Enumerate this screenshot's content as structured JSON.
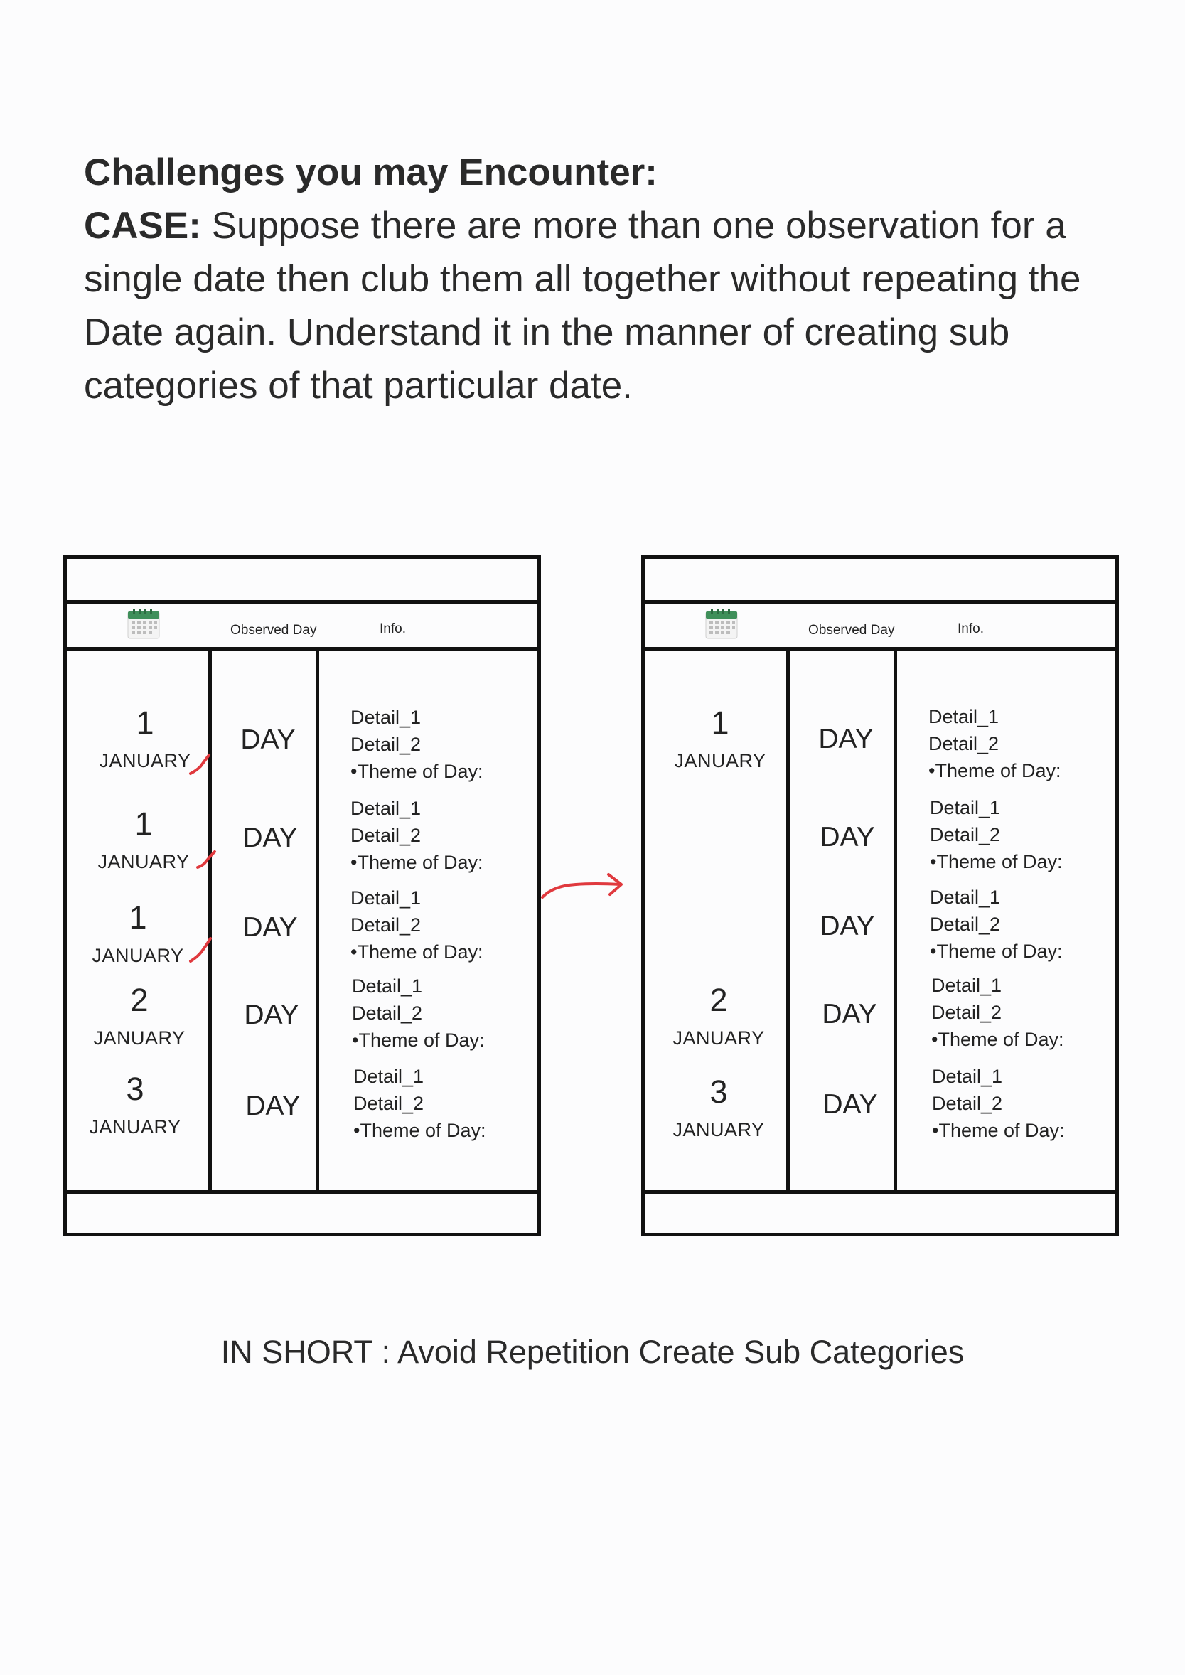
{
  "intro": {
    "heading": "Challenges you may Encounter:",
    "case_label": "CASE:",
    "case_text": " Suppose there are more than one observation for a single date then club them all together without repeating the Date again. Understand it in the manner of creating sub categories of that particular date."
  },
  "tables": {
    "left": {
      "header": {
        "col1_icon": "calendar-icon",
        "col2": "Observed Day",
        "col3": "Info."
      },
      "rows": [
        {
          "date_num": "1",
          "date_month": "JANUARY",
          "day": "DAY",
          "info": [
            "Detail_1",
            "Detail_2",
            "•Theme of Day:"
          ]
        },
        {
          "date_num": "1",
          "date_month": "JANUARY",
          "day": "DAY",
          "info": [
            "Detail_1",
            "Detail_2",
            "•Theme of Day:"
          ]
        },
        {
          "date_num": "1",
          "date_month": "JANUARY",
          "day": "DAY",
          "info": [
            "Detail_1",
            "Detail_2",
            "•Theme of Day:"
          ]
        },
        {
          "date_num": "2",
          "date_month": "JANUARY",
          "day": "DAY",
          "info": [
            "Detail_1",
            "Detail_2",
            "•Theme of Day:"
          ]
        },
        {
          "date_num": "3",
          "date_month": "JANUARY",
          "day": "DAY",
          "info": [
            "Detail_1",
            "Detail_2",
            "•Theme of Day:"
          ]
        }
      ]
    },
    "right": {
      "header": {
        "col1_icon": "calendar-icon",
        "col2": "Observed Day",
        "col3": "Info."
      },
      "dates": [
        {
          "date_num": "1",
          "date_month": "JANUARY"
        },
        {
          "date_num": "2",
          "date_month": "JANUARY"
        },
        {
          "date_num": "3",
          "date_month": "JANUARY"
        }
      ],
      "rows": [
        {
          "day": "DAY",
          "info": [
            "Detail_1",
            "Detail_2",
            "•Theme of Day:"
          ]
        },
        {
          "day": "DAY",
          "info": [
            "Detail_1",
            "Detail_2",
            "•Theme of Day:"
          ]
        },
        {
          "day": "DAY",
          "info": [
            "Detail_1",
            "Detail_2",
            "•Theme of Day:"
          ]
        },
        {
          "day": "DAY",
          "info": [
            "Detail_1",
            "Detail_2",
            "•Theme of Day:"
          ]
        },
        {
          "day": "DAY",
          "info": [
            "Detail_1",
            "Detail_2",
            "•Theme of Day:"
          ]
        }
      ]
    }
  },
  "colors": {
    "annotation_red": "#e0393e",
    "calendar_green": "#3f8f5a",
    "border": "#111111"
  },
  "summary": "IN SHORT : Avoid Repetition Create Sub Categories"
}
